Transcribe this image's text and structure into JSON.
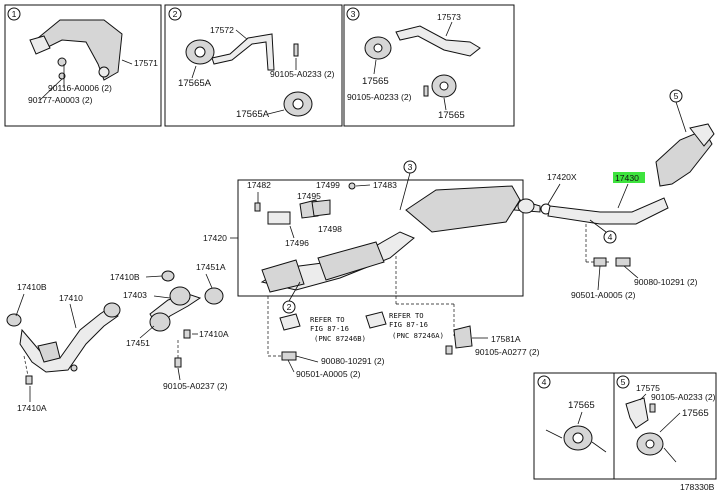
{
  "callouts": [
    "1",
    "2",
    "3",
    "4",
    "5"
  ],
  "insets": {
    "inset1": {
      "number": "1",
      "parts": [
        "17571",
        "90116-A0006 (2)",
        "90177-A0003 (2)"
      ]
    },
    "inset2": {
      "number": "2",
      "parts": [
        "17572",
        "17565A",
        "90105-A0233 (2)",
        "17565A"
      ]
    },
    "inset3": {
      "number": "3",
      "parts": [
        "17573",
        "17565",
        "90105-A0233 (2)",
        "17565"
      ]
    },
    "inset4": {
      "number": "4",
      "parts": [
        "17565"
      ]
    },
    "inset5": {
      "number": "5",
      "parts": [
        "17575",
        "90105-A0233 (2)",
        "17565"
      ]
    }
  },
  "labels": {
    "p17482": "17482",
    "p17499": "17499",
    "p17483": "17483",
    "p17495": "17495",
    "p17498": "17498",
    "p17496": "17496",
    "p17420": "17420",
    "p17420x": "17420X",
    "p17430": "17430",
    "p90080_a": "90080-10291 (2)",
    "p90501_a": "90501-A0005 (2)",
    "p17410b1": "17410B",
    "p17451a": "17451A",
    "p17410b2": "17410B",
    "p17410": "17410",
    "p17403": "17403",
    "p17410a1": "17410A",
    "p17451": "17451",
    "p17410a2": "17410A",
    "p90105_237": "90105-A0237 (2)",
    "p90080_b": "90080-10291 (2)",
    "p90501_b": "90501-A0005 (2)",
    "p17581a": "17581A",
    "p90105_277": "90105-A0277 (2)",
    "ref1_l1": "REFER TO",
    "ref1_l2": "FIG 87-16",
    "ref1_l3": "(PNC 87246B)",
    "ref2_l1": "REFER TO",
    "ref2_l2": "FIG 87-16",
    "ref2_l3": "(PNC 87246A)",
    "drawing_no": "178330B"
  },
  "highlight_part": "17430",
  "colors": {
    "highlight": "#3ee33e",
    "line": "#111111",
    "part_fill": "#d6d6d6"
  }
}
